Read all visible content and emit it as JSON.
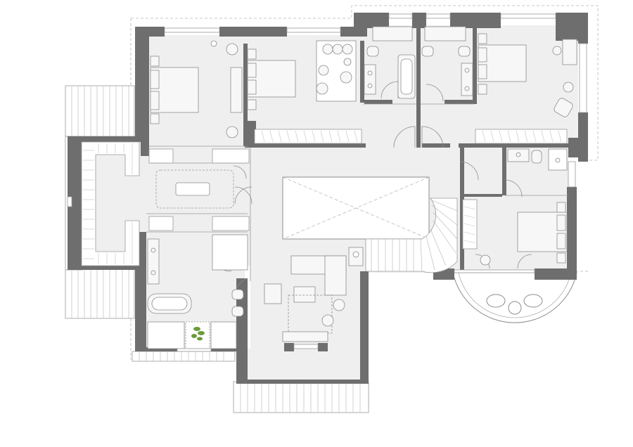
{
  "colors": {
    "background": "#ffffff",
    "floor": "#efefef",
    "wall": "#6e6e6e",
    "line": "#9a9a9a",
    "fixture": "#f7f7f7",
    "plant": "#6a9a3a"
  },
  "rooms": [
    "bedroom-northwest",
    "bedroom-north-center",
    "bathroom-north-left",
    "bathroom-north-right",
    "bedroom-northeast",
    "dressing-room-west",
    "master-bathroom",
    "stair-hall",
    "living-area",
    "bathroom-east",
    "bedroom-southeast",
    "round-terrace",
    "balcony-south"
  ]
}
